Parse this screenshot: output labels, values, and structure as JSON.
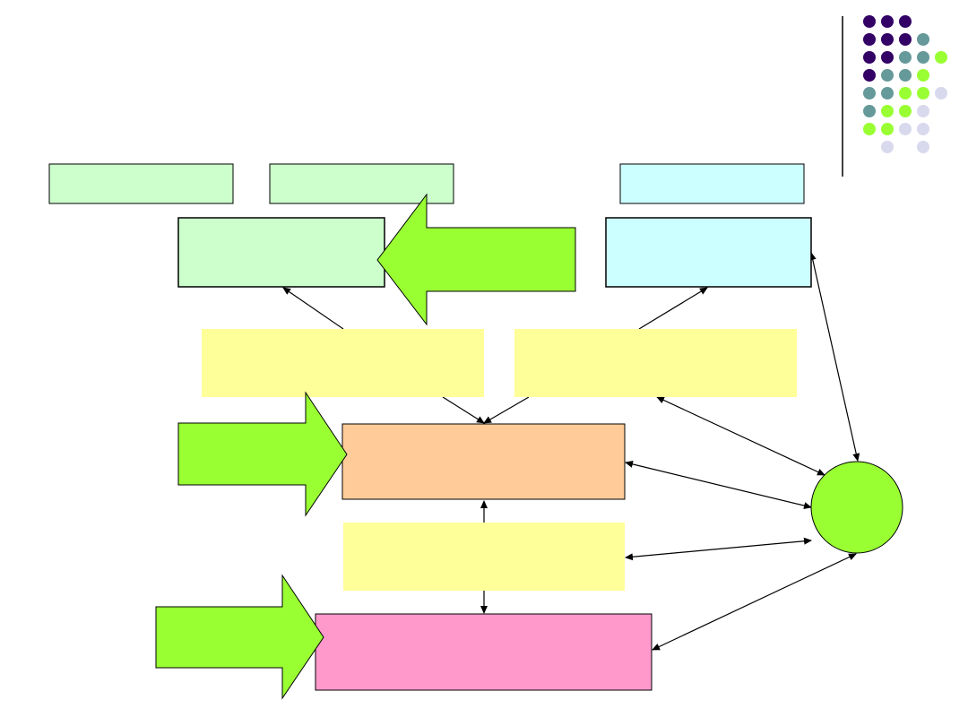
{
  "colors": {
    "light_green": "#ccffcc",
    "light_cyan": "#ccffff",
    "yellow": "#ffff99",
    "orange": "#ffcc99",
    "pink": "#ff99cc",
    "lime": "#99ff33",
    "purple": "#330066",
    "teal": "#669999",
    "lavender": "#d9d9ee"
  },
  "dot_grid": [
    [
      "P",
      "P",
      "P",
      "",
      ""
    ],
    [
      "P",
      "P",
      "P",
      "T",
      ""
    ],
    [
      "P",
      "P",
      "T",
      "T",
      "G"
    ],
    [
      "P",
      "T",
      "T",
      "G",
      ""
    ],
    [
      "T",
      "T",
      "G",
      "G",
      "L"
    ],
    [
      "T",
      "G",
      "G",
      "L",
      ""
    ],
    [
      "G",
      "G",
      "L",
      "L",
      ""
    ],
    [
      "",
      "L",
      "",
      "L",
      ""
    ]
  ]
}
